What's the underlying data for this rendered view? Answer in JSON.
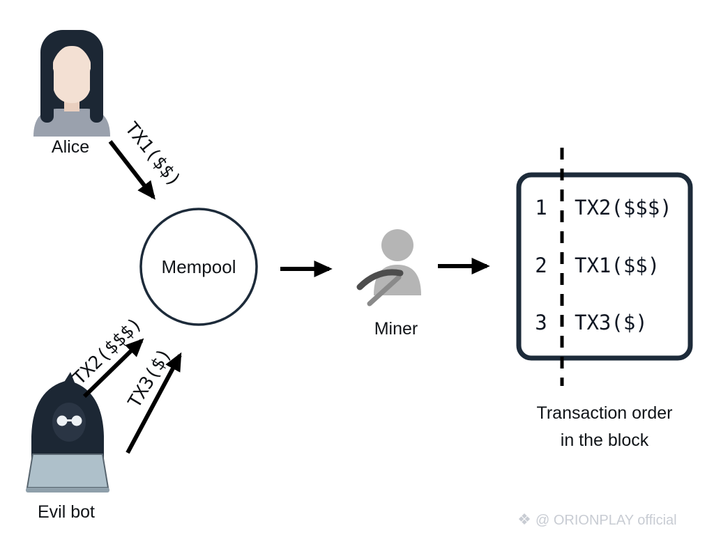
{
  "diagram": {
    "actors": {
      "alice": {
        "label": "Alice"
      },
      "evil_bot": {
        "label": "Evil bot"
      },
      "miner": {
        "label": "Miner"
      }
    },
    "mempool": {
      "label": "Mempool"
    },
    "transactions": {
      "tx1": "TX1($$)",
      "tx2": "TX2($$$)",
      "tx3": "TX3($)"
    },
    "block": {
      "rows": [
        {
          "order": "1",
          "tx": "TX2($$$)"
        },
        {
          "order": "2",
          "tx": "TX1($$)"
        },
        {
          "order": "3",
          "tx": "TX3($)"
        }
      ],
      "caption_line1": "Transaction order",
      "caption_line2": "in the block"
    },
    "colors": {
      "outline_navy": "#1d2b3a",
      "arrow_black": "#000000",
      "avatar_gray": "#9aa1ad",
      "miner_gray": "#b5b5b5",
      "watermark_gray": "#c8ccd3"
    },
    "icons": {
      "watermark_glyph": "❖"
    },
    "watermark": "@ ORIONPLAY official"
  }
}
